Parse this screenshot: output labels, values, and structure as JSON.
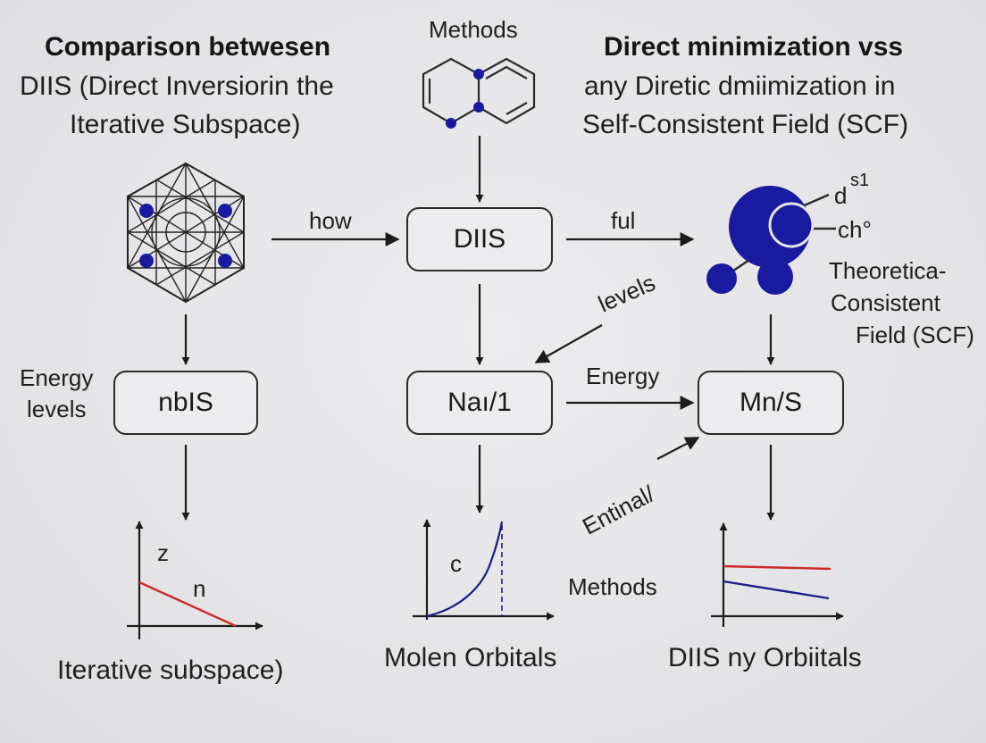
{
  "titles": {
    "left_line1": "Comparison betwesen",
    "left_line2": "DIIS (Direct Inversiorin the",
    "left_line3": "Iterative Subspace)",
    "center": "Methods",
    "right_line1": "Direct minimization vss",
    "right_line2": "any Diretic dmiimization in",
    "right_line3": "Self-Consistent Field (SCF)"
  },
  "boxes": {
    "diis": "DIIS",
    "nbis": "nbIS",
    "na1": "Naı/1",
    "mns": "Mn/S"
  },
  "edge_labels": {
    "how": "how",
    "ful": "ful",
    "levels": "levels",
    "energy": "Energy",
    "entinal": "Entinal"
  },
  "side_labels": {
    "energy_levels_line1": "Energy",
    "energy_levels_line2": "levels",
    "theoretical_line1": "Theoretica-",
    "theoretical_line2": "Consistent",
    "theoretical_line3": "Field (SCF)",
    "d_label": "d",
    "d_superscript": "s1",
    "ch_label": "ch°"
  },
  "plots": {
    "left_label_z": "z",
    "left_label_n": "n",
    "center_label_c": "c",
    "methods_label": "Methods",
    "left_caption": "Iterative subspace)",
    "center_caption": "Molen Orbitals",
    "right_caption": "DIIS ny Orbiitals"
  },
  "colors": {
    "ink": "#1c1c1c",
    "atom_blue": "#1a1aa0",
    "curve_blue": "#1c1c8c",
    "curve_red": "#cc2a2a",
    "background": "#e6e6e8"
  }
}
